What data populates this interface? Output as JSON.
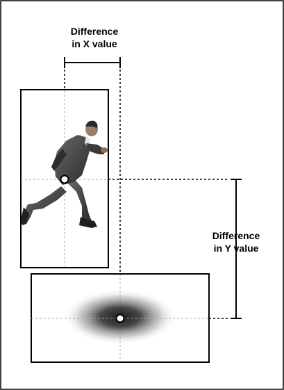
{
  "labels": {
    "x_difference": [
      "Difference",
      "in X value"
    ],
    "y_difference": [
      "Difference",
      "in Y value"
    ]
  },
  "icons": {
    "figure": "running-man-icon",
    "shadow": "blurred-shadow-ellipse",
    "markers": "circle-marker"
  },
  "colors": {
    "line": "#000000",
    "guide_line": "#999999",
    "marker_fill": "#ffffff",
    "figure_suit": "#3c3c3c",
    "shadow_core": "#202020"
  }
}
